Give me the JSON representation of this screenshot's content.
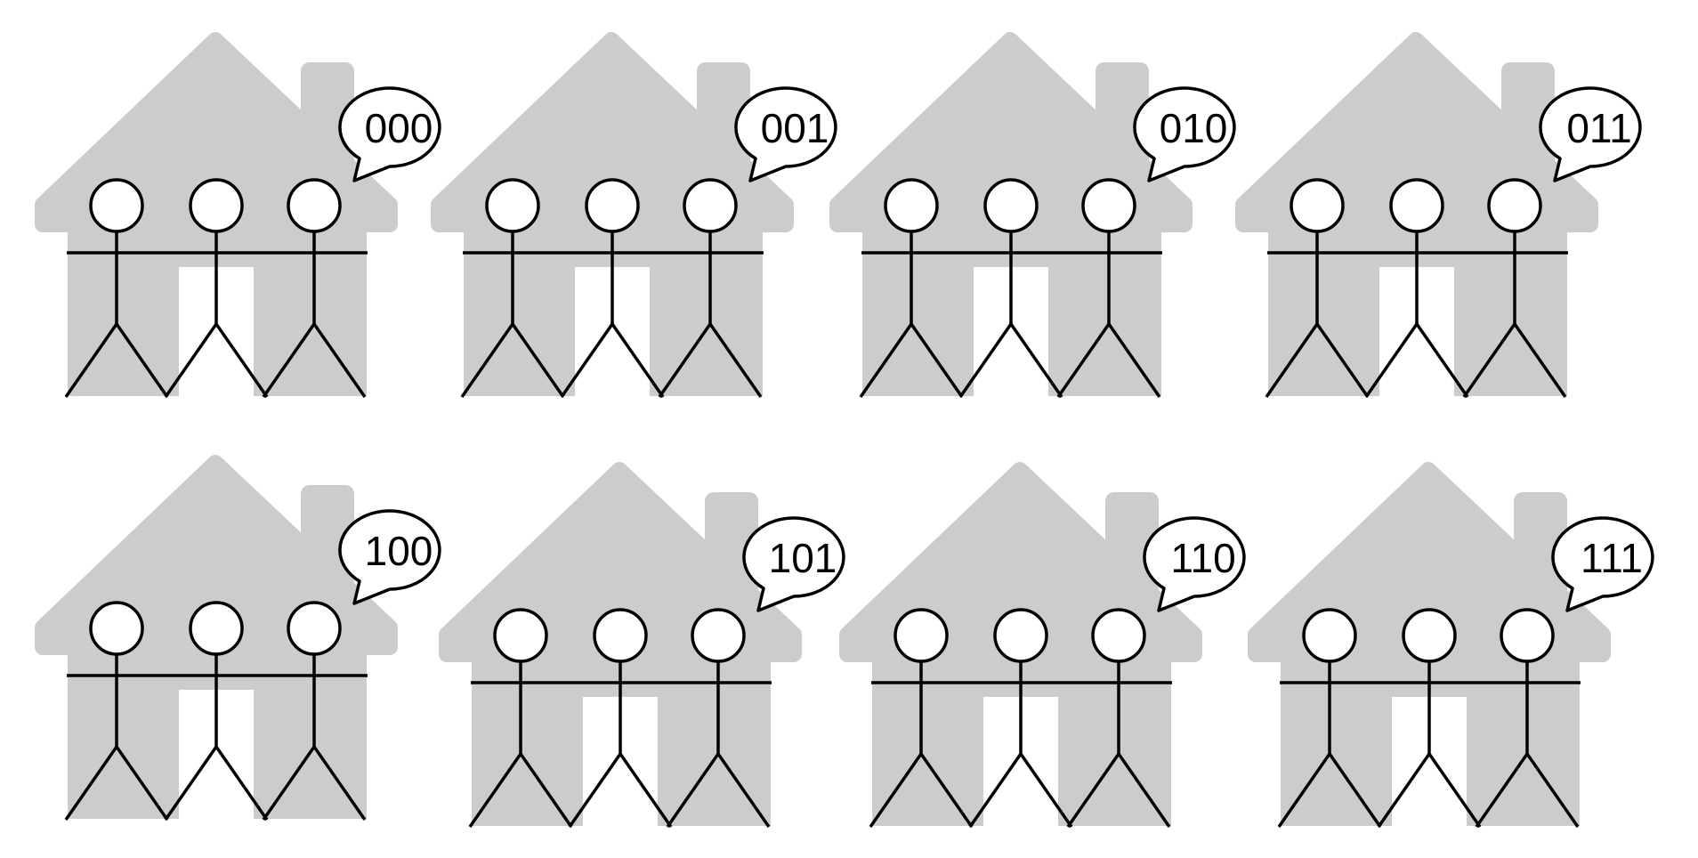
{
  "houses": [
    {
      "label": "000"
    },
    {
      "label": "001"
    },
    {
      "label": "010"
    },
    {
      "label": "011"
    },
    {
      "label": "100"
    },
    {
      "label": "101"
    },
    {
      "label": "110"
    },
    {
      "label": "111"
    }
  ],
  "colors": {
    "house": "#cccccc",
    "outline": "#000000",
    "background": "#ffffff"
  }
}
